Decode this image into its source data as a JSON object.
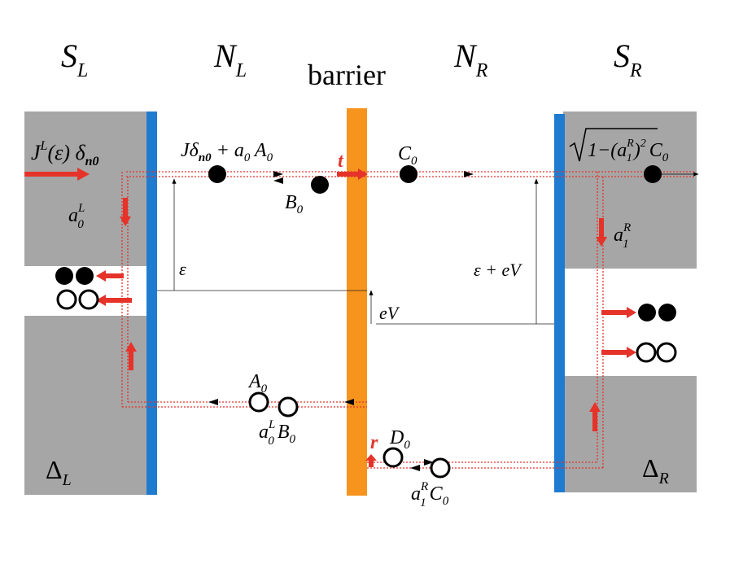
{
  "header": {
    "s_left": "S",
    "s_left_sub": "L",
    "n_left": "N",
    "n_left_sub": "L",
    "barrier": "barrier",
    "n_right": "N",
    "n_right_sub": "R",
    "s_right": "S",
    "s_right_sub": "R"
  },
  "gaps": {
    "delta_left": "Δ",
    "delta_left_sub": "L",
    "delta_right": "Δ",
    "delta_right_sub": "R"
  },
  "labels": {
    "incoming_current": "J",
    "incoming_current_sup": "L",
    "incoming_current_rest": "(ε) δ",
    "incoming_current_sub": "n0",
    "jdelta_A0": "Jδ",
    "jdelta_sub": "n0",
    "jdelta_rest": " + a",
    "jdelta_a_sub": "0",
    "jdelta_A": " A",
    "jdelta_A_sub": "0",
    "transmission": "t",
    "reflection": "r",
    "C0": "C",
    "C0_sub": "0",
    "B0": "B",
    "B0_sub": "0",
    "A0": "A",
    "A0_sub": "0",
    "D0": "D",
    "D0_sub": "0",
    "aL0": "a",
    "aL0_sup": "L",
    "aL0_sub": "0",
    "aR1": "a",
    "aR1_sup": "R",
    "aR1_sub": "1",
    "aL0B0": "a",
    "aL0B0_sup": "L",
    "aL0B0_sub": "0",
    "aL0B0_B": "B",
    "aL0B0_Bsub": "0",
    "aR1C0": "a",
    "aR1C0_sup": "R",
    "aR1C0_sub": "1",
    "aR1C0_C": "C",
    "aR1C0_Csub": "0",
    "sqrt_expr": "1−(a",
    "sqrt_sup": "R",
    "sqrt_sub": "1",
    "sqrt_close": ")",
    "sqrt_pow": "2",
    "sqrt_C": "C",
    "sqrt_C_sub": "0",
    "epsilon": "ε",
    "eps_plus_eV": "ε + eV",
    "eV": "eV"
  },
  "colors": {
    "superconductor": "#a6a6a6",
    "interface": "#1f7bd0",
    "barrier": "#f7941d",
    "arrow": "#e5332a",
    "path": "#e5332a",
    "text": "#000000"
  }
}
